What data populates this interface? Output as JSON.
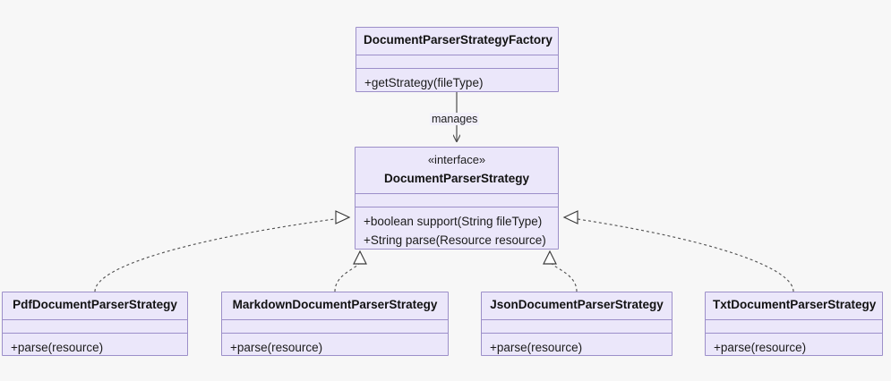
{
  "diagram": {
    "type": "uml-class-diagram",
    "background_color": "#f7f7f7",
    "box_fill_color": "#ebe7fa",
    "box_border_color": "#9c8fc9",
    "edge_color": "#4b4b4b",
    "classes": [
      {
        "id": "factory",
        "name": "DocumentParserStrategyFactory",
        "stereotype": "",
        "attributes": [],
        "operations": [
          "+getStrategy(fileType)"
        ]
      },
      {
        "id": "interface",
        "name": "DocumentParserStrategy",
        "stereotype": "«interface»",
        "attributes": [],
        "operations": [
          "+boolean support(String fileType)",
          "+String parse(Resource resource)"
        ]
      },
      {
        "id": "pdf",
        "name": "PdfDocumentParserStrategy",
        "stereotype": "",
        "attributes": [],
        "operations": [
          "+parse(resource)"
        ]
      },
      {
        "id": "markdown",
        "name": "MarkdownDocumentParserStrategy",
        "stereotype": "",
        "attributes": [],
        "operations": [
          "+parse(resource)"
        ]
      },
      {
        "id": "json",
        "name": "JsonDocumentParserStrategy",
        "stereotype": "",
        "attributes": [],
        "operations": [
          "+parse(resource)"
        ]
      },
      {
        "id": "txt",
        "name": "TxtDocumentParserStrategy",
        "stereotype": "",
        "attributes": [],
        "operations": [
          "+parse(resource)"
        ]
      }
    ],
    "edges": [
      {
        "id": "manages",
        "from": "factory",
        "to": "interface",
        "label": "manages",
        "style": "solid",
        "arrow": "open"
      },
      {
        "id": "pdf-impl",
        "from": "pdf",
        "to": "interface",
        "label": "",
        "style": "dashed",
        "arrow": "hollow-triangle"
      },
      {
        "id": "markdown-impl",
        "from": "markdown",
        "to": "interface",
        "label": "",
        "style": "dashed",
        "arrow": "hollow-triangle"
      },
      {
        "id": "json-impl",
        "from": "json",
        "to": "interface",
        "label": "",
        "style": "dashed",
        "arrow": "hollow-triangle"
      },
      {
        "id": "txt-impl",
        "from": "txt",
        "to": "interface",
        "label": "",
        "style": "dashed",
        "arrow": "hollow-triangle"
      }
    ]
  }
}
